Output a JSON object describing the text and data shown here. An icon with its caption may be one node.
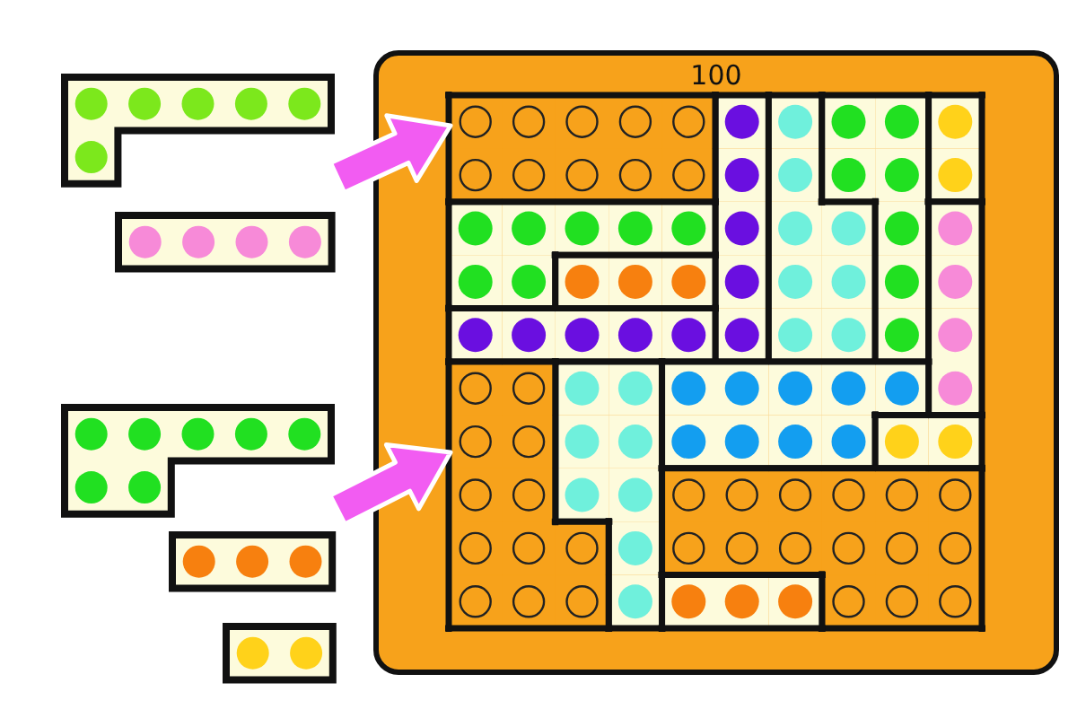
{
  "diagram": {
    "nodes": [
      {
        "text": [
          "100"
        ]
      },
      {
        "text": [],
        "shape": "box",
        "in": 0
      },
      {
        "text": [],
        "shape": "box",
        "in": 0
      },
      {
        "text": [],
        "shape": "box"
      },
      {
        "text": [],
        "shape": "box"
      },
      {
        "text": [],
        "shape": "box"
      },
      {
        "text": [],
        "shape": "box"
      },
      {
        "text": [],
        "shape": "box"
      }
    ],
    "edges": [
      {
        "from": 3,
        "to": 1,
        "arrow": "to"
      },
      {
        "from": 5,
        "to": 2,
        "arrow": "to"
      }
    ]
  }
}
